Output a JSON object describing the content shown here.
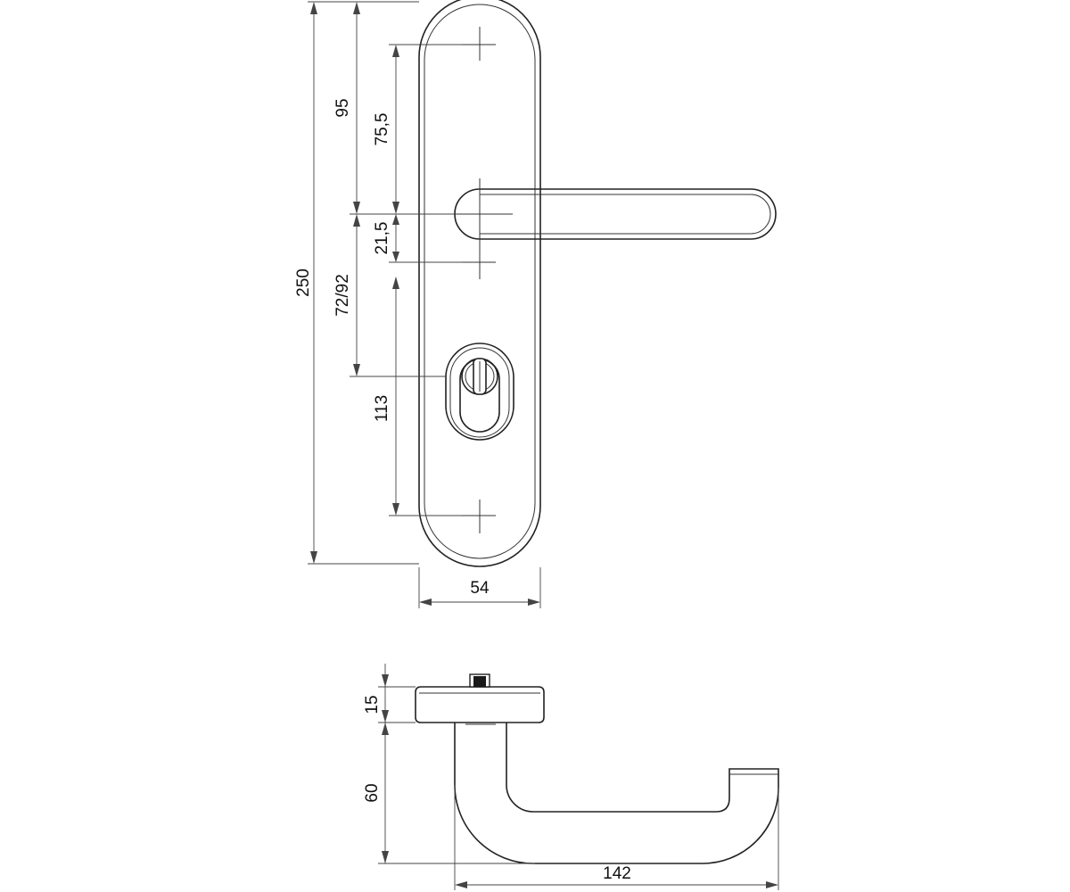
{
  "dimensions": {
    "overall_height": "250",
    "top_to_handle": "95",
    "top_screw_to_handle": "75,5",
    "handle_to_screw": "21,5",
    "handle_to_lock": "72/92",
    "screw_to_bottom_screw": "113",
    "plate_width": "54",
    "rose_thickness": "15",
    "handle_depth": "60",
    "handle_length": "142"
  }
}
